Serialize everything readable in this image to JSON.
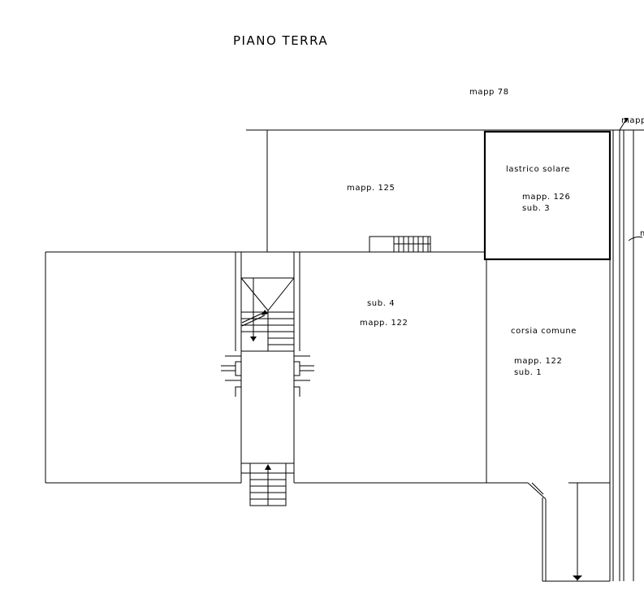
{
  "title": "PIANO  TERRA",
  "labels": {
    "mapp78": "mapp  78",
    "mapp_cut_top": "mapp",
    "mapp125": "mapp.  125",
    "lastrico": "lastrico  solare",
    "mapp126": "mapp.  126",
    "sub3": "sub.  3",
    "sub4": "sub.  4",
    "mapp122_a": "mapp.  122",
    "corsia": "corsia  comune",
    "mapp122_b": "mapp.  122",
    "sub1": "sub.  1",
    "cut_right": "m"
  }
}
